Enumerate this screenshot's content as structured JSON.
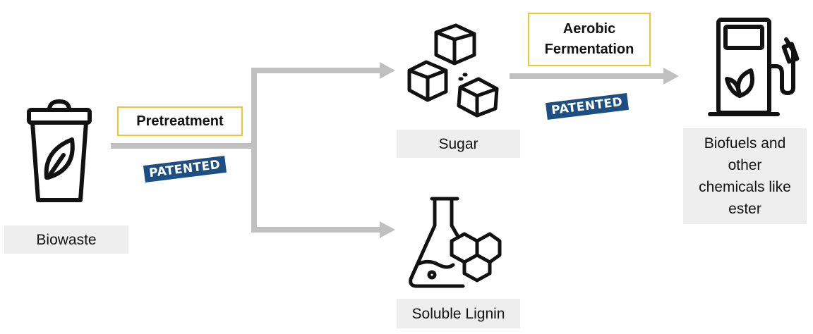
{
  "nodes": {
    "biowaste": "Biowaste",
    "sugar": "Sugar",
    "lignin": "Soluble Lignin",
    "biofuels": [
      "Biofuels and",
      "other",
      "chemicals like",
      "ester"
    ]
  },
  "processes": {
    "pretreatment": "Pretreatment",
    "aerobic": [
      "Aerobic",
      "Fermentation"
    ]
  },
  "badges": {
    "patented_1": "PATENTED",
    "patented_2": "PATENTED"
  },
  "icons": [
    "trash-bin-leaf-icon",
    "sugar-cubes-icon",
    "fuel-pump-leaf-icon",
    "flask-molecule-icon"
  ],
  "colors": {
    "arrow": "#c0c0c0",
    "step_border": "#f4c430",
    "badge": "#1d4f82",
    "label_bg": "#eeeeee"
  }
}
